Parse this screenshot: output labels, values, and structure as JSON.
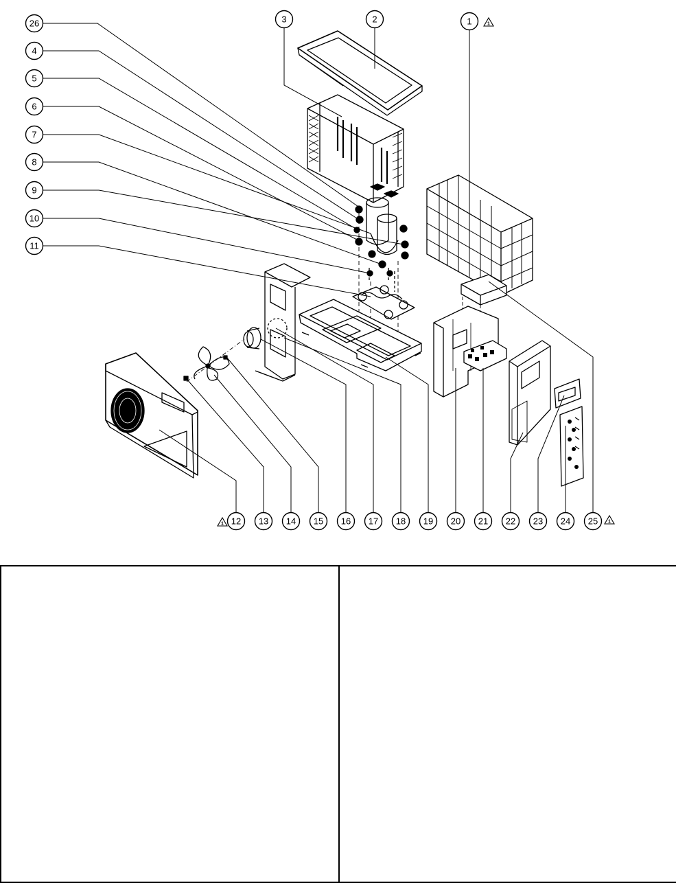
{
  "callouts": [
    {
      "id": "26",
      "label": "26"
    },
    {
      "id": "4",
      "label": "4"
    },
    {
      "id": "5",
      "label": "5"
    },
    {
      "id": "6",
      "label": "6"
    },
    {
      "id": "7",
      "label": "7"
    },
    {
      "id": "8",
      "label": "8"
    },
    {
      "id": "9",
      "label": "9"
    },
    {
      "id": "10",
      "label": "10"
    },
    {
      "id": "11",
      "label": "11"
    },
    {
      "id": "3",
      "label": "3"
    },
    {
      "id": "2",
      "label": "2"
    },
    {
      "id": "1",
      "label": "1"
    },
    {
      "id": "12",
      "label": "12"
    },
    {
      "id": "13",
      "label": "13"
    },
    {
      "id": "14",
      "label": "14"
    },
    {
      "id": "15",
      "label": "15"
    },
    {
      "id": "16",
      "label": "16"
    },
    {
      "id": "17",
      "label": "17"
    },
    {
      "id": "18",
      "label": "18"
    },
    {
      "id": "19",
      "label": "19"
    },
    {
      "id": "20",
      "label": "20"
    },
    {
      "id": "21",
      "label": "21"
    },
    {
      "id": "22",
      "label": "22"
    },
    {
      "id": "23",
      "label": "23"
    },
    {
      "id": "24",
      "label": "24"
    },
    {
      "id": "25",
      "label": "25"
    }
  ],
  "warnings": {
    "p1": {
      "mark": "1"
    },
    "p12": {
      "mark": "1"
    },
    "p25": {
      "mark": "1"
    }
  },
  "parts_table": {
    "columns": [
      {
        "id": "left"
      },
      {
        "id": "right"
      }
    ]
  }
}
